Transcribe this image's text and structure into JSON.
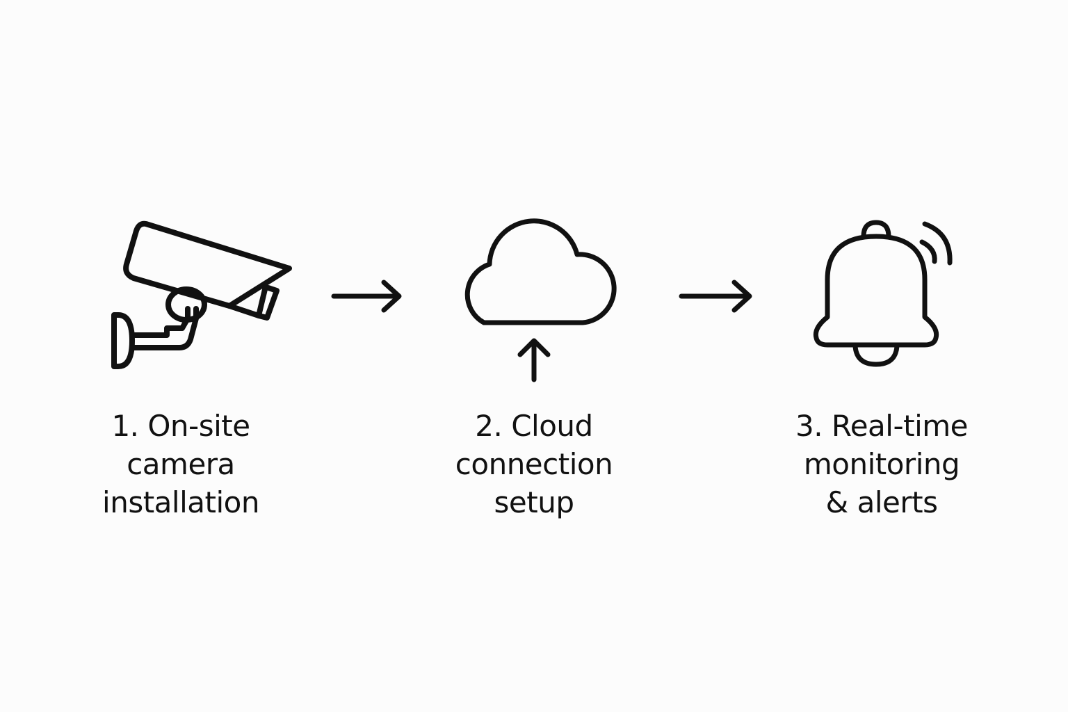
{
  "diagram": {
    "background_color": "#fcfcfc",
    "stroke_color": "#111111",
    "steps": [
      {
        "icon": "security-camera-icon",
        "label_lines": [
          "1. On-site",
          "camera",
          "installation"
        ]
      },
      {
        "icon": "cloud-upload-icon",
        "label_lines": [
          "2. Cloud",
          "connection",
          "setup"
        ]
      },
      {
        "icon": "bell-alert-icon",
        "label_lines": [
          "3. Real-time",
          "monitoring",
          "& alerts"
        ]
      }
    ],
    "connectors": [
      {
        "from": 1,
        "to": 2,
        "direction": "right"
      },
      {
        "from": 2,
        "to": 3,
        "direction": "right"
      }
    ]
  }
}
